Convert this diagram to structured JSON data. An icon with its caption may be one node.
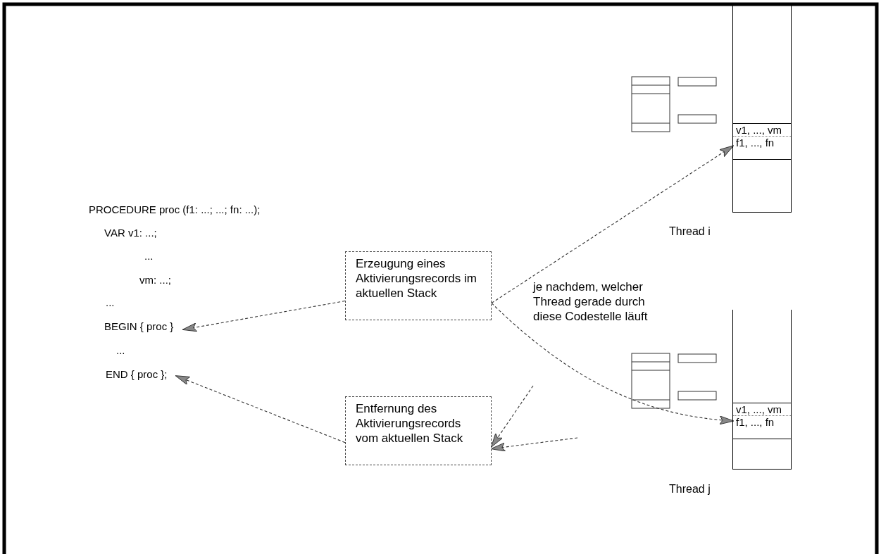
{
  "diagram": {
    "nodes": [
      {
        "text": [
          "BEGIN { proc }"
        ]
      },
      {
        "text": [
          "END { proc };"
        ]
      },
      {
        "text": [
          "Erzeugung eines Aktivierungsrecords im aktuellen Stack"
        ]
      },
      {
        "text": [
          "Entfernung des Aktivierungsrecords vom aktuellen Stack"
        ]
      },
      {
        "text": [],
        "shape": "box",
        "beside": [
          "Thread i"
        ]
      },
      {
        "text": [
          "v1, ..., vm",
          "f1, ..., fn"
        ],
        "in": 4
      },
      {
        "text": [],
        "shape": "box",
        "beside": [
          "Thread j"
        ]
      },
      {
        "text": [
          "v1, ..., vm",
          "f1, ..., fn"
        ],
        "in": 6
      }
    ],
    "edges": [
      {
        "from": 2,
        "to": 0,
        "arrow": "to",
        "style": "dashed"
      },
      {
        "from": 3,
        "to": 1,
        "arrow": "to",
        "style": "dashed"
      },
      {
        "from": 2,
        "to": 5,
        "arrow": "to",
        "style": "dashed"
      },
      {
        "from": 2,
        "to": 7,
        "arrow": "to",
        "style": "dashed"
      },
      {
        "from": null,
        "to": 3,
        "arrow": "to",
        "style": "dashed"
      },
      {
        "from": null,
        "to": 3,
        "arrow": "to",
        "style": "dashed"
      }
    ],
    "labels": [
      "PROCEDURE proc (f1: ...; ...; fn: ...);",
      "VAR v1: ...;",
      "...",
      "vm: ...;",
      "...",
      "...",
      "je nachdem, welcher Thread gerade durch diese Codestelle läuft"
    ]
  }
}
